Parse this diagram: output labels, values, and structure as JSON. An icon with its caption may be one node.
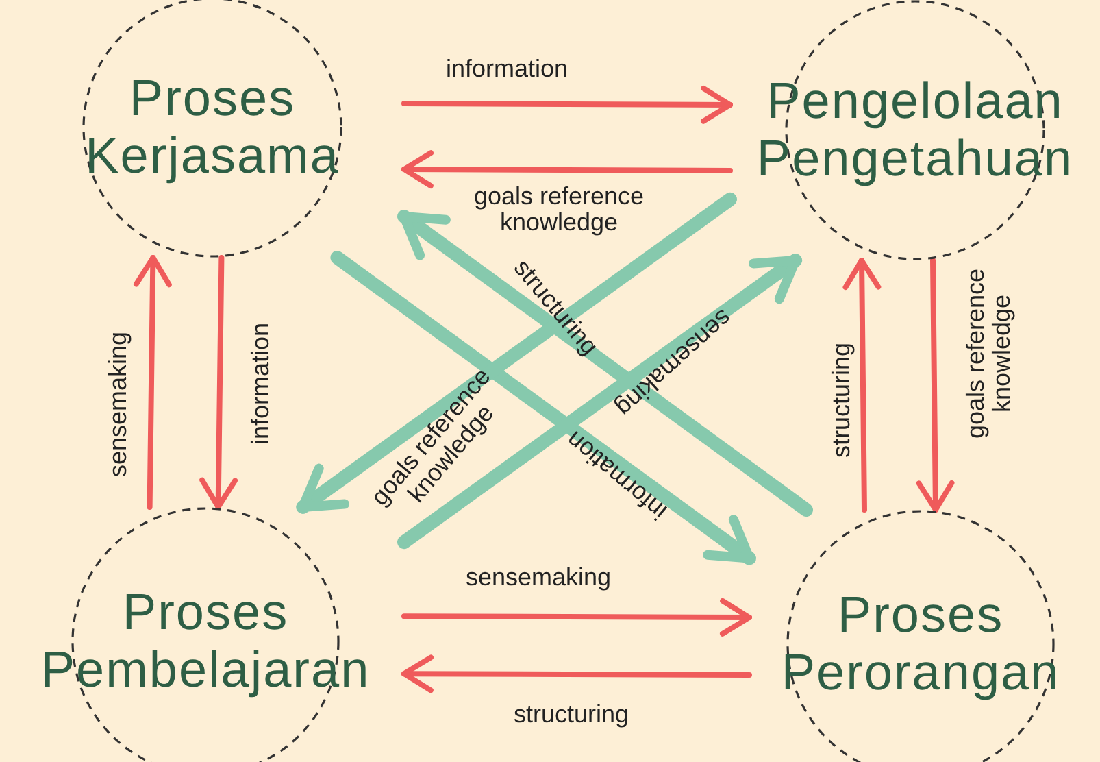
{
  "diagram": {
    "nodes": [
      {
        "text": [
          "Proses Kerjasama"
        ]
      },
      {
        "text": [
          "Pengelolaan Pengetahuan"
        ]
      },
      {
        "text": [
          "Proses Pembelajaran"
        ]
      },
      {
        "text": [
          "Proses Perorangan"
        ]
      }
    ],
    "edges": [
      {
        "from": 0,
        "to": 1,
        "arrow": "to",
        "label": "information"
      },
      {
        "from": 1,
        "to": 0,
        "arrow": "to",
        "label": "goals reference knowledge"
      },
      {
        "from": 0,
        "to": 2,
        "arrow": "to",
        "label": "information"
      },
      {
        "from": 2,
        "to": 0,
        "arrow": "to",
        "label": "sensemaking"
      },
      {
        "from": 1,
        "to": 3,
        "arrow": "to",
        "label": "goals reference knowledge"
      },
      {
        "from": 3,
        "to": 1,
        "arrow": "to",
        "label": "structuring"
      },
      {
        "from": 2,
        "to": 3,
        "arrow": "to",
        "label": "sensemaking"
      },
      {
        "from": 3,
        "to": 2,
        "arrow": "to",
        "label": "structuring"
      },
      {
        "from": 3,
        "to": 0,
        "arrow": "to",
        "label": "structuring",
        "style": "thick",
        "color": "#86c9ad"
      },
      {
        "from": 0,
        "to": 3,
        "arrow": "to",
        "label": "information",
        "style": "thick",
        "color": "#86c9ad"
      },
      {
        "from": 2,
        "to": 1,
        "arrow": "to",
        "label": "sensemaking",
        "style": "thick",
        "color": "#86c9ad"
      },
      {
        "from": 1,
        "to": 2,
        "arrow": "to",
        "label": "goals reference knowledge",
        "style": "thick",
        "color": "#86c9ad"
      }
    ]
  }
}
